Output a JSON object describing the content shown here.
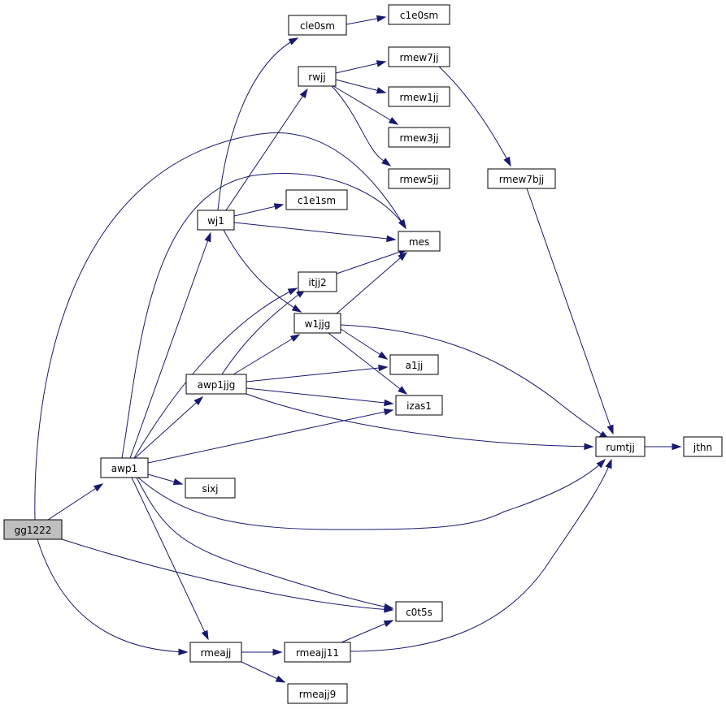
{
  "nodes": [
    {
      "id": "gg1222",
      "label": "gg1222",
      "root": true
    },
    {
      "id": "awp1",
      "label": "awp1"
    },
    {
      "id": "cle0sm",
      "label": "cle0sm"
    },
    {
      "id": "c1e0sm",
      "label": "c1e0sm"
    },
    {
      "id": "rwjj",
      "label": "rwjj"
    },
    {
      "id": "rmew7jj",
      "label": "rmew7jj"
    },
    {
      "id": "rmew1jj",
      "label": "rmew1jj"
    },
    {
      "id": "rmew3jj",
      "label": "rmew3jj"
    },
    {
      "id": "rmew5jj",
      "label": "rmew5jj"
    },
    {
      "id": "rmew7bjj",
      "label": "rmew7bjj"
    },
    {
      "id": "wj1",
      "label": "wj1"
    },
    {
      "id": "c1e1sm",
      "label": "c1e1sm"
    },
    {
      "id": "mes",
      "label": "mes"
    },
    {
      "id": "itjj2",
      "label": "itjj2"
    },
    {
      "id": "w1jjg",
      "label": "w1jjg"
    },
    {
      "id": "a1jj",
      "label": "a1jj"
    },
    {
      "id": "awp1jjg",
      "label": "awp1jjg"
    },
    {
      "id": "izas1",
      "label": "izas1"
    },
    {
      "id": "rumtjj",
      "label": "rumtjj"
    },
    {
      "id": "jthn",
      "label": "jthn"
    },
    {
      "id": "sixj",
      "label": "sixj"
    },
    {
      "id": "c0t5s",
      "label": "c0t5s"
    },
    {
      "id": "rmeajj",
      "label": "rmeajj"
    },
    {
      "id": "rmeajj11",
      "label": "rmeajj11"
    },
    {
      "id": "rmeajj9",
      "label": "rmeajj9"
    }
  ],
  "edges": [
    [
      "gg1222",
      "awp1"
    ],
    [
      "gg1222",
      "mes"
    ],
    [
      "gg1222",
      "c0t5s"
    ],
    [
      "gg1222",
      "rmeajj"
    ],
    [
      "awp1",
      "wj1"
    ],
    [
      "awp1",
      "mes"
    ],
    [
      "awp1",
      "itjj2"
    ],
    [
      "awp1",
      "awp1jjg"
    ],
    [
      "awp1",
      "izas1"
    ],
    [
      "awp1",
      "rumtjj"
    ],
    [
      "awp1",
      "sixj"
    ],
    [
      "awp1",
      "c0t5s"
    ],
    [
      "awp1",
      "rmeajj"
    ],
    [
      "cle0sm",
      "c1e0sm"
    ],
    [
      "rwjj",
      "rmew7jj"
    ],
    [
      "rwjj",
      "rmew1jj"
    ],
    [
      "rwjj",
      "rmew3jj"
    ],
    [
      "rwjj",
      "rmew5jj"
    ],
    [
      "rmew7jj",
      "rmew7bjj"
    ],
    [
      "rmew7bjj",
      "rumtjj"
    ],
    [
      "wj1",
      "cle0sm"
    ],
    [
      "wj1",
      "rwjj"
    ],
    [
      "wj1",
      "c1e1sm"
    ],
    [
      "wj1",
      "mes"
    ],
    [
      "wj1",
      "w1jjg"
    ],
    [
      "itjj2",
      "mes"
    ],
    [
      "w1jjg",
      "mes"
    ],
    [
      "w1jjg",
      "a1jj"
    ],
    [
      "w1jjg",
      "izas1"
    ],
    [
      "w1jjg",
      "rumtjj"
    ],
    [
      "awp1jjg",
      "itjj2"
    ],
    [
      "awp1jjg",
      "w1jjg"
    ],
    [
      "awp1jjg",
      "a1jj"
    ],
    [
      "awp1jjg",
      "izas1"
    ],
    [
      "awp1jjg",
      "rumtjj"
    ],
    [
      "rumtjj",
      "jthn"
    ],
    [
      "rmeajj",
      "rmeajj11"
    ],
    [
      "rmeajj",
      "rmeajj9"
    ],
    [
      "rmeajj11",
      "c0t5s"
    ],
    [
      "rmeajj11",
      "rumtjj"
    ]
  ],
  "colors": {
    "edge": "#191970",
    "root_fill": "#bfbfbf",
    "node_fill": "#ffffff",
    "node_border": "#000000"
  }
}
